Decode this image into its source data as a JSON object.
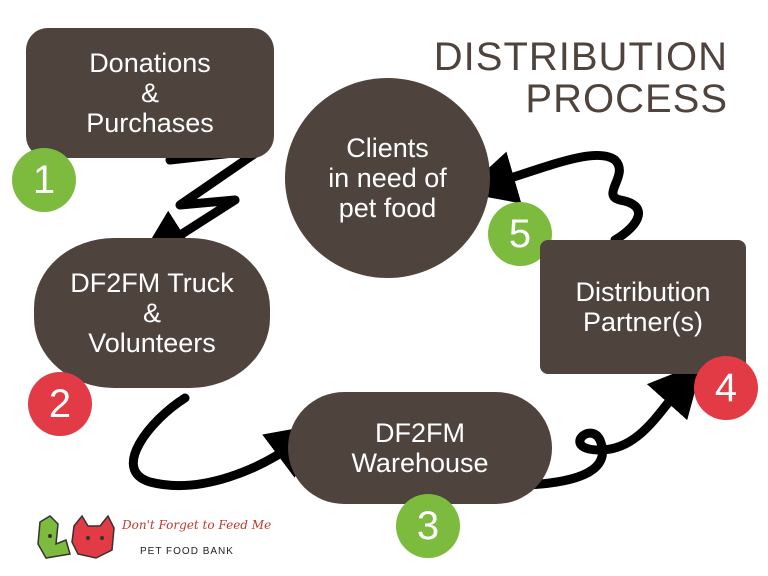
{
  "title": "DISTRIBUTION\nPROCESS",
  "steps": [
    {
      "label": "Donations\n&\nPurchases",
      "number": "1"
    },
    {
      "label": "DF2FM Truck\n&\nVolunteers",
      "number": "2"
    },
    {
      "label": "DF2FM\nWarehouse",
      "number": "3"
    },
    {
      "label": "Distribution\nPartner(s)",
      "number": "4"
    },
    {
      "label": "Clients\nin need of\npet food",
      "number": "5"
    }
  ],
  "logo": {
    "name": "Don't Forget to Feed Me",
    "subtitle": "PET FOOD BANK"
  },
  "colors": {
    "shape": "#4e433d",
    "green": "#7dbb3f",
    "red": "#e23b46",
    "arrow": "#000000"
  }
}
